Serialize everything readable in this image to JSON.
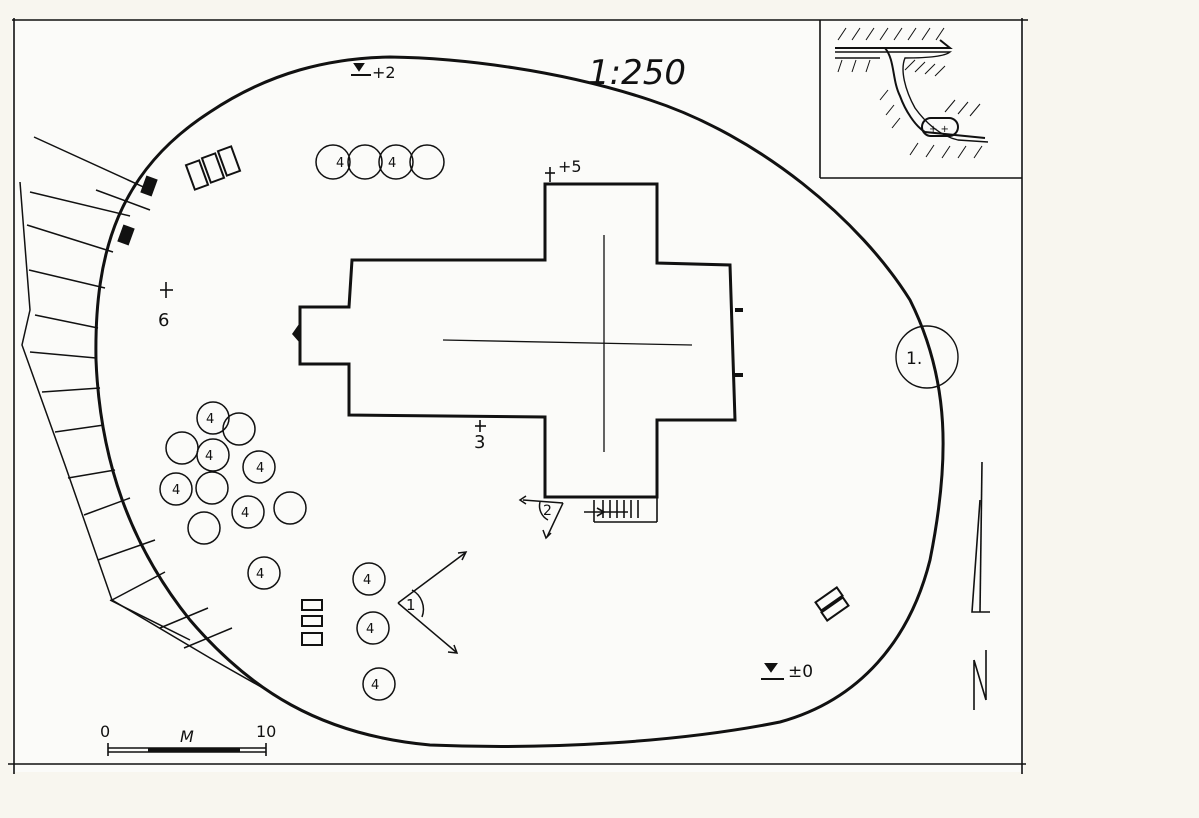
{
  "scale_label": "1:250",
  "levels": {
    "top": "+2",
    "east_step": "+5",
    "west": "6",
    "south_mid": "3",
    "southeast": "±0"
  },
  "viewpoints": {
    "one": "1",
    "two": "2",
    "circle_one": "1."
  },
  "tree_label": "4",
  "scale_bar": {
    "start": "0",
    "unit": "M",
    "end": "10"
  },
  "inset": {
    "marker": "+ +"
  },
  "colors": {
    "ink": "#111111",
    "paper": "#f8f6ef",
    "sheet": "#fbfbf9"
  }
}
